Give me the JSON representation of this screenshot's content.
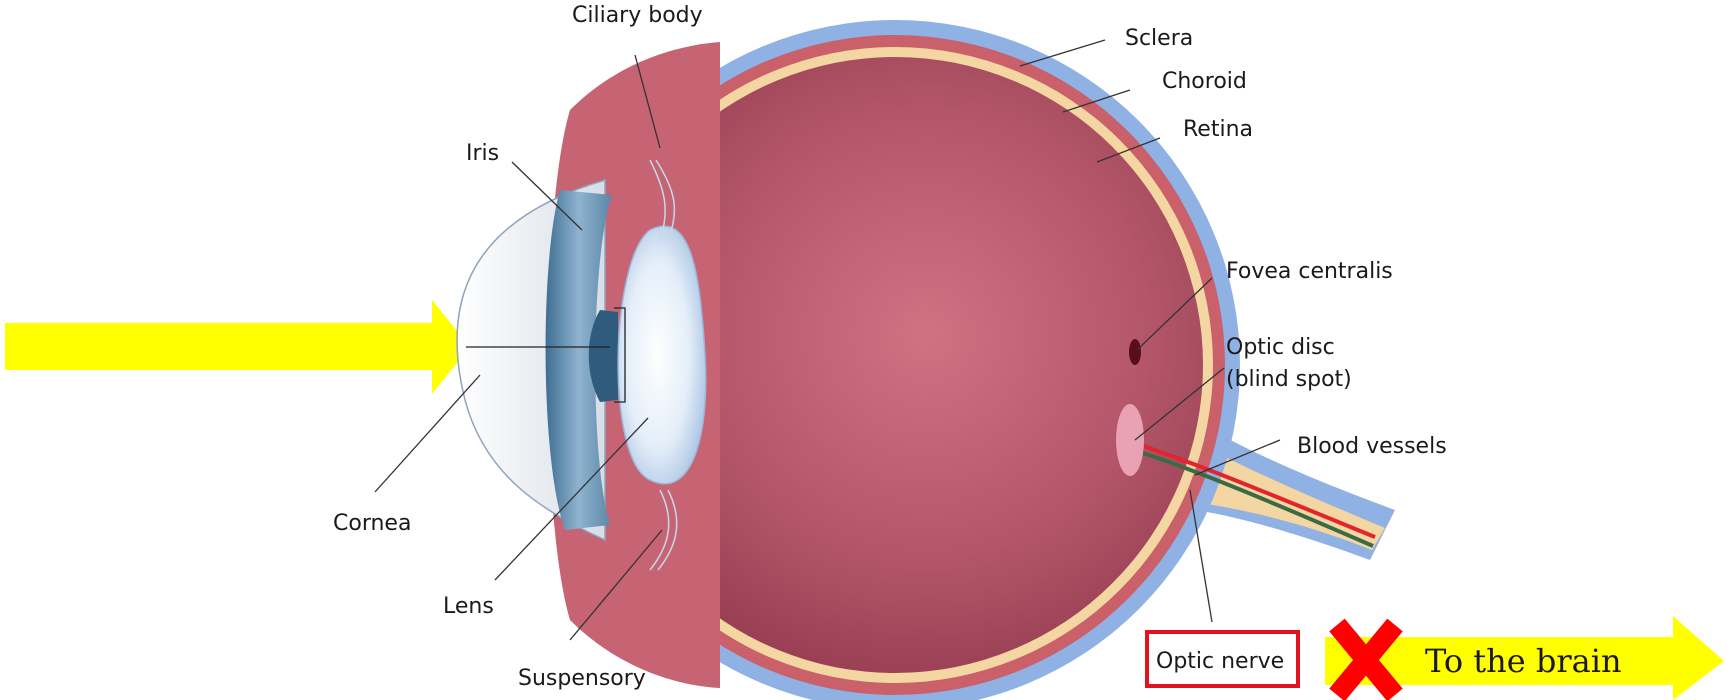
{
  "labels": {
    "ciliary_body": "Ciliary body",
    "sclera": "Sclera",
    "choroid": "Choroid",
    "retina": "Retina",
    "iris": "Iris",
    "fovea_centralis": "Fovea centralis",
    "optic_disc_line1": "Optic disc",
    "optic_disc_line2": "(blind spot)",
    "blood_vessels": "Blood vessels",
    "cornea": "Cornea",
    "lens": "Lens",
    "suspensory": "Suspensory",
    "optic_nerve": "Optic nerve"
  },
  "brain_arrow": {
    "text": "To the brain"
  },
  "colors": {
    "light_arrow": "#ffff00",
    "cross": "#ff0000",
    "highlight_box": "#e0141e",
    "sclera": "#8fb1e3",
    "choroid": "#c9606a",
    "retina": "#f3d6a1",
    "vitreous": "#a8475a",
    "lens": "#dfeaf7",
    "iris": "#5a86a6"
  }
}
